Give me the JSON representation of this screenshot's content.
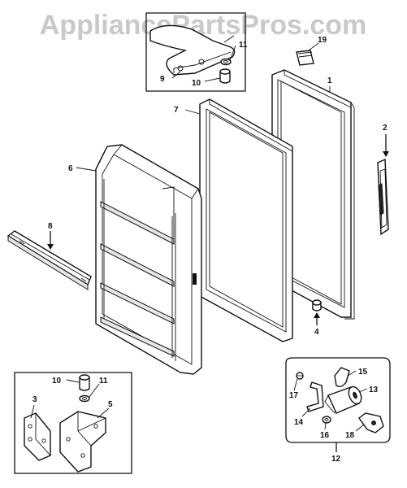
{
  "watermark": "AppliancePartsPros.com",
  "callouts": {
    "p1": "1",
    "p2": "2",
    "p3": "3",
    "p4": "4",
    "p5": "5",
    "p6": "6",
    "p7": "7",
    "p8": "8",
    "p9": "9",
    "p10_top": "10",
    "p10_bottom": "10",
    "p11_top": "11",
    "p11_bottom": "11",
    "p12": "12",
    "p13": "13",
    "p14": "14",
    "p15": "15",
    "p16": "16",
    "p17": "17",
    "p18": "18",
    "p19": "19"
  }
}
